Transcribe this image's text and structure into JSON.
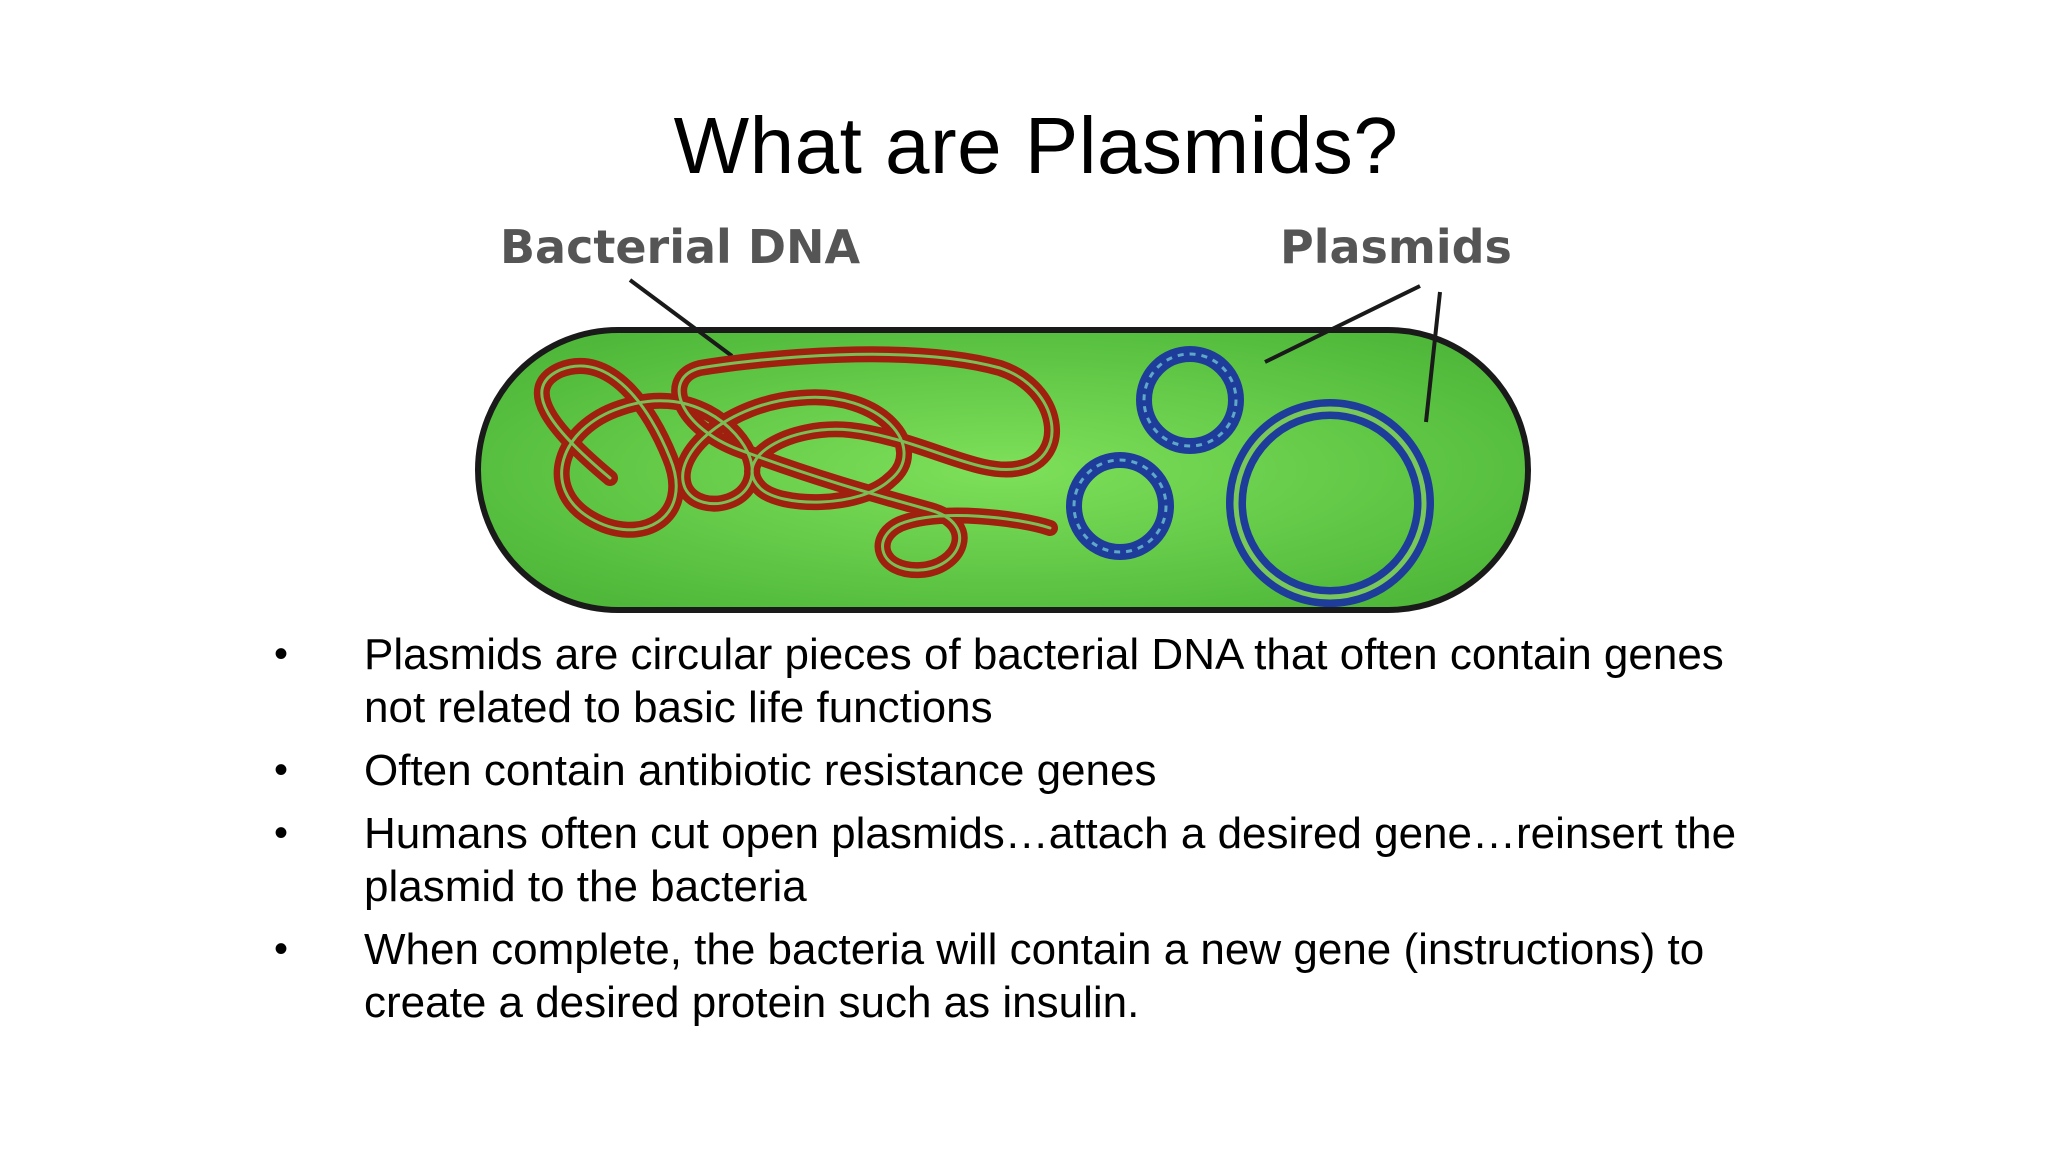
{
  "slide": {
    "title": "What are Plasmids?",
    "diagram": {
      "label_bacterial_dna": "Bacterial DNA",
      "label_plasmids": "Plasmids",
      "colors": {
        "cell_fill_center": "#7ee05a",
        "cell_fill_edge": "#4fb83a",
        "cell_outline": "#1a1a1a",
        "bacterial_dna": "#a0200f",
        "plasmid": "#1e3c9a",
        "pointer_line": "#1a1a1a",
        "label_text": "#555555"
      }
    },
    "bullet_symbol": "•",
    "bullets": [
      "Plasmids are circular pieces of bacterial DNA that often contain genes not related to basic life functions",
      "Often contain antibiotic resistance genes",
      "Humans often cut open plasmids…attach a desired gene…reinsert the plasmid to the bacteria",
      "When complete, the bacteria will contain a new gene (instructions) to create a desired protein such as insulin."
    ]
  }
}
